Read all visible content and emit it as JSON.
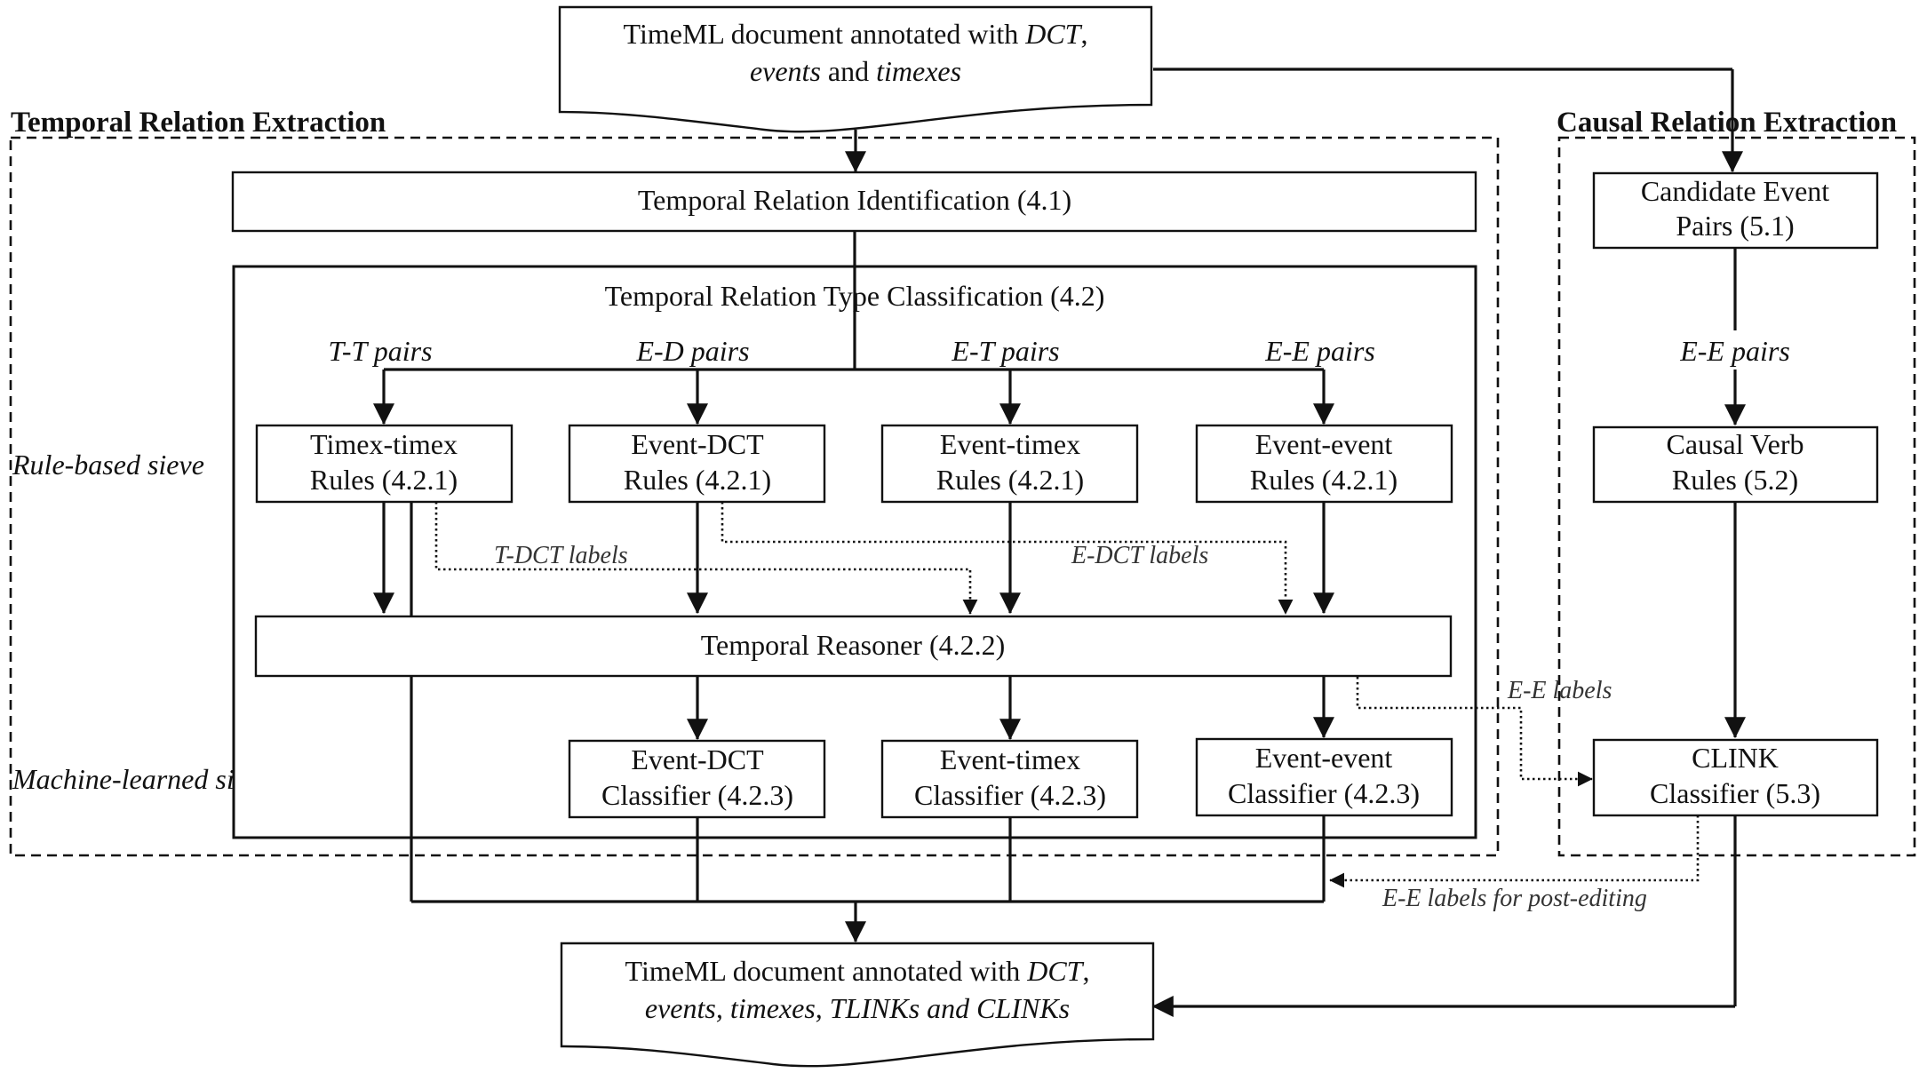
{
  "regions": {
    "temporal": {
      "title": "Temporal Relation Extraction"
    },
    "causal": {
      "title": "Causal Relation Extraction"
    }
  },
  "input_doc": {
    "line1": {
      "a": "TimeML  document annotated with ",
      "b": "DCT",
      "c": ","
    },
    "line2": {
      "a": "events",
      "b": " and ",
      "c": "timexes"
    }
  },
  "output_doc": {
    "line1": {
      "a": "TimeML  document annotated with ",
      "b": "DCT",
      "c": ","
    },
    "line2": {
      "a": "events, timexes, TLINKs and CLINKs"
    }
  },
  "identification": {
    "label": "Temporal Relation Identification (4.1)"
  },
  "classification": {
    "label": "Temporal Relation Type Classification (4.2)"
  },
  "pair_labels": {
    "tt": "T-T pairs",
    "ed": "E-D pairs",
    "et": "E-T pairs",
    "ee": "E-E pairs",
    "causal_ee": "E-E pairs"
  },
  "sieves": {
    "rule_based": "Rule-based sieve",
    "machine_learned": "Machine-learned sieve"
  },
  "rules": {
    "timex_timex": {
      "l1": "Timex-timex",
      "l2": "Rules (4.2.1)"
    },
    "event_dct": {
      "l1": "Event-DCT",
      "l2": "Rules (4.2.1)"
    },
    "event_timex": {
      "l1": "Event-timex",
      "l2": "Rules (4.2.1)"
    },
    "event_event": {
      "l1": "Event-event",
      "l2": "Rules (4.2.1)"
    }
  },
  "reasoner": {
    "label": "Temporal Reasoner (4.2.2)"
  },
  "classifiers": {
    "event_dct": {
      "l1": "Event-DCT",
      "l2": "Classifier (4.2.3)"
    },
    "event_timex": {
      "l1": "Event-timex",
      "l2": "Classifier (4.2.3)"
    },
    "event_event": {
      "l1": "Event-event",
      "l2": "Classifier (4.2.3)"
    }
  },
  "causal": {
    "candidate": {
      "l1": "Candidate Event",
      "l2": "Pairs (5.1)"
    },
    "verb_rules": {
      "l1": "Causal Verb",
      "l2": "Rules (5.2)"
    },
    "clink": {
      "l1": "CLINK",
      "l2": "Classifier (5.3)"
    }
  },
  "flow_labels": {
    "t_dct": "T-DCT labels",
    "e_dct": "E-DCT labels",
    "e_e": "E-E labels",
    "post_edit": "E-E labels for post-editing"
  }
}
